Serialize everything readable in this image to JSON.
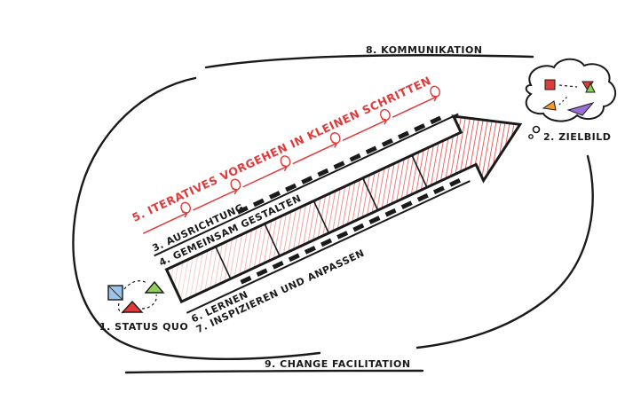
{
  "labels": {
    "kommunikation": "8. KOMMUNIKATION",
    "zielbild": "2. ZIELBILD",
    "iterativ": "5. ITERATIVES VORGEHEN IN KLEINEN SCHRITTEN",
    "ausrichtung": "3. AUSRICHTUNG",
    "gemeinsam": "4. GEMEINSAM GESTALTEN",
    "lernen": "6. LERNEN",
    "inspizieren": "7. INSPIZIEREN UND ANPASSEN",
    "status_quo": "1. STATUS QUO",
    "change": "9. CHANGE FACILITATION"
  },
  "colors": {
    "ink": "#1a1a1a",
    "accent_red": "#e03a3a",
    "light_red": "#f2a3a3",
    "square_blue": "#9cc3ea",
    "triangle_green": "#8ccf5a",
    "triangle_purple": "#9b6fd6",
    "triangle_orange": "#f29a2e"
  },
  "icons": [
    "status-quo-shapes-icon",
    "zielbild-thought-cloud-icon",
    "people-row-icon",
    "spiral-loop-icon"
  ]
}
